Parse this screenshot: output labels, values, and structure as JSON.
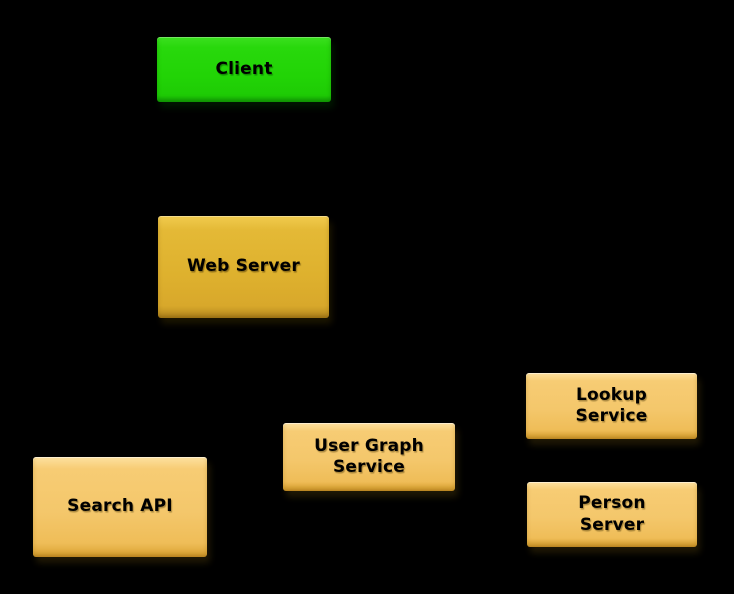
{
  "diagram": {
    "background_color": "#000000",
    "node_text_color": "#000000",
    "colors": {
      "client_green": "#22d406",
      "web_server_gold": "#deb12e",
      "service_gold": "#f4c76b"
    },
    "nodes": {
      "client": {
        "label": "Client",
        "fill": "#22d406",
        "shape": "rectangle"
      },
      "web_server": {
        "label": "Web Server",
        "fill": "#deb12e",
        "shape": "rectangle"
      },
      "search_api": {
        "label": "Search API",
        "fill": "#f4c76b",
        "shape": "rectangle"
      },
      "user_graph_service": {
        "label": "User Graph Service",
        "lines": [
          "User Graph",
          "Service"
        ],
        "fill": "#f4c76b",
        "shape": "rectangle"
      },
      "lookup_service": {
        "label": "Lookup Service",
        "lines": [
          "Lookup",
          "Service"
        ],
        "fill": "#f4c76b",
        "shape": "rectangle"
      },
      "person_server": {
        "label": "Person Server",
        "lines": [
          "Person",
          "Server"
        ],
        "fill": "#f4c76b",
        "shape": "rectangle"
      }
    },
    "edges": []
  }
}
